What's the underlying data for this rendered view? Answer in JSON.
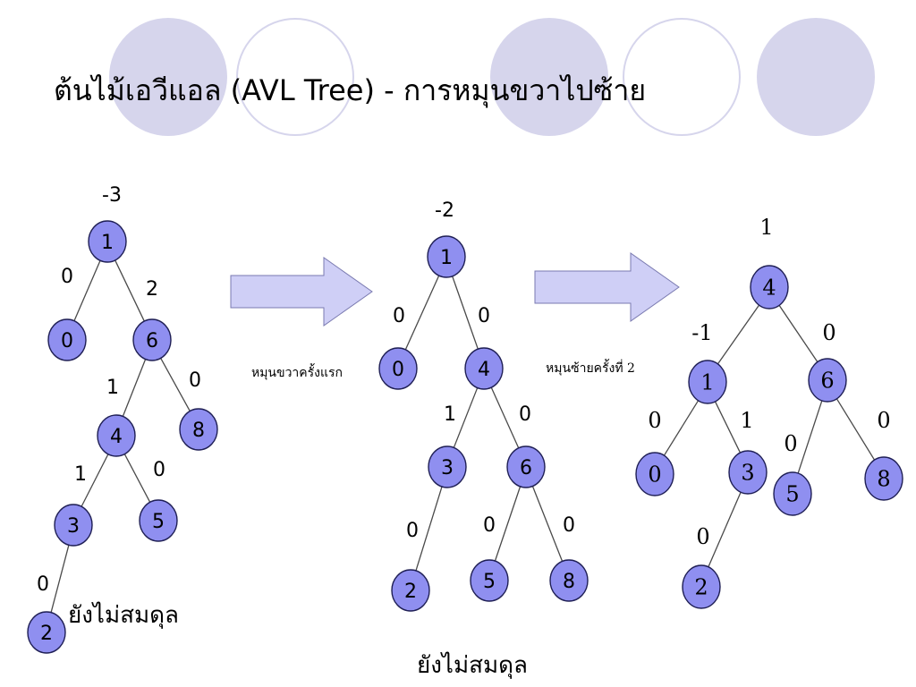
{
  "slide": {
    "title": "ต้นไม้เอวีแอล (AVL Tree) - การหมุนขวาไปซ้าย"
  },
  "colors": {
    "node_fill": "#8f8ff0",
    "node_stroke": "#1f1f55",
    "edge": "#4a4a4a",
    "arrow_fill": "#cfcff6",
    "arrow_stroke": "#7a7ab0",
    "decor_circle": "#d6d5ec"
  },
  "arrows": [
    {
      "label": "หมุนขวาครั้งแรก"
    },
    {
      "label": "หมุนซ้ายครั้งที่ 2"
    }
  ],
  "trees": [
    {
      "caption": "ยังไม่สมดุล",
      "nodes": [
        {
          "id": "a1",
          "key": "1",
          "balance": "-3"
        },
        {
          "id": "a0",
          "key": "0",
          "balance": "0"
        },
        {
          "id": "a6",
          "key": "6",
          "balance": "2"
        },
        {
          "id": "a4",
          "key": "4",
          "balance": "1"
        },
        {
          "id": "a8",
          "key": "8",
          "balance": "0"
        },
        {
          "id": "a3",
          "key": "3",
          "balance": "1"
        },
        {
          "id": "a5",
          "key": "5",
          "balance": "0"
        },
        {
          "id": "a2",
          "key": "2",
          "balance": "0"
        }
      ],
      "edges": [
        [
          "a1",
          "a0"
        ],
        [
          "a1",
          "a6"
        ],
        [
          "a6",
          "a4"
        ],
        [
          "a6",
          "a8"
        ],
        [
          "a4",
          "a3"
        ],
        [
          "a4",
          "a5"
        ],
        [
          "a3",
          "a2"
        ]
      ]
    },
    {
      "caption": "ยังไม่สมดุล",
      "nodes": [
        {
          "id": "b1",
          "key": "1",
          "balance": "-2"
        },
        {
          "id": "b0",
          "key": "0",
          "balance": "0"
        },
        {
          "id": "b4",
          "key": "4",
          "balance": "0"
        },
        {
          "id": "b3",
          "key": "3",
          "balance": "1"
        },
        {
          "id": "b6",
          "key": "6",
          "balance": "0"
        },
        {
          "id": "b2",
          "key": "2",
          "balance": "0"
        },
        {
          "id": "b5",
          "key": "5",
          "balance": "0"
        },
        {
          "id": "b8",
          "key": "8",
          "balance": "0"
        }
      ],
      "edges": [
        [
          "b1",
          "b0"
        ],
        [
          "b1",
          "b4"
        ],
        [
          "b4",
          "b3"
        ],
        [
          "b4",
          "b6"
        ],
        [
          "b3",
          "b2"
        ],
        [
          "b6",
          "b5"
        ],
        [
          "b6",
          "b8"
        ]
      ]
    },
    {
      "caption": "",
      "nodes": [
        {
          "id": "c4",
          "key": "4",
          "balance": "1"
        },
        {
          "id": "c1",
          "key": "1",
          "balance": "-1"
        },
        {
          "id": "c6",
          "key": "6",
          "balance": "0"
        },
        {
          "id": "c0",
          "key": "0",
          "balance": "0"
        },
        {
          "id": "c3",
          "key": "3",
          "balance": "1"
        },
        {
          "id": "c5",
          "key": "5",
          "balance": "0"
        },
        {
          "id": "c8",
          "key": "8",
          "balance": "0"
        },
        {
          "id": "c2",
          "key": "2",
          "balance": "0"
        }
      ],
      "edges": [
        [
          "c4",
          "c1"
        ],
        [
          "c4",
          "c6"
        ],
        [
          "c1",
          "c0"
        ],
        [
          "c1",
          "c3"
        ],
        [
          "c6",
          "c5"
        ],
        [
          "c6",
          "c8"
        ],
        [
          "c3",
          "c2"
        ]
      ]
    }
  ]
}
